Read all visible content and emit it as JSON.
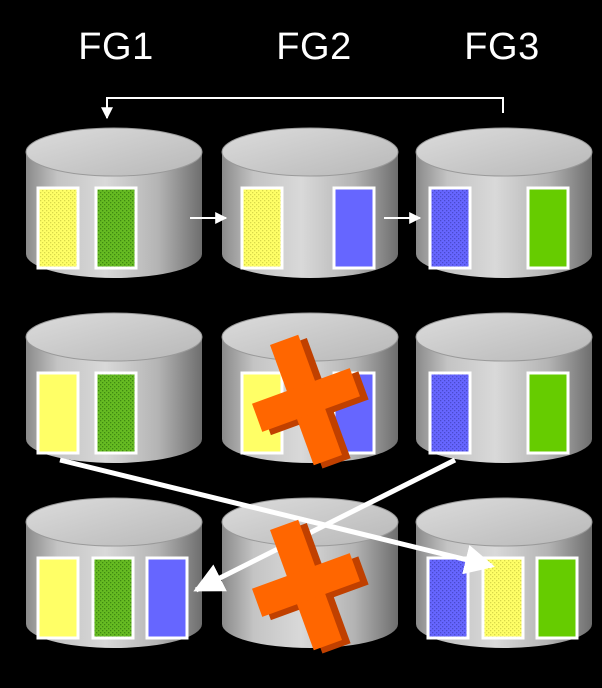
{
  "diagram": {
    "groups": [
      {
        "label": "FG1"
      },
      {
        "label": "FG2"
      },
      {
        "label": "FG3"
      }
    ],
    "colors": {
      "background": "#000000",
      "yellow": "#FFFF66",
      "green": "#66BB22",
      "blue": "#6666FF",
      "solid_green": "#66CC00",
      "cross": "#FF6600",
      "cross_dark": "#C04000"
    },
    "rows": [
      {
        "name": "row-1",
        "disks": [
          {
            "blocks": [
              {
                "color": "yellow",
                "pattern": "dotted"
              },
              {
                "color": "green",
                "pattern": "dotted"
              }
            ]
          },
          {
            "blocks": [
              {
                "color": "yellow",
                "pattern": "dotted"
              },
              {
                "color": "blue",
                "pattern": "solid"
              }
            ]
          },
          {
            "blocks": [
              {
                "color": "blue",
                "pattern": "dotted"
              },
              {
                "color": "solid_green",
                "pattern": "solid"
              }
            ]
          }
        ]
      },
      {
        "name": "row-2",
        "disks": [
          {
            "blocks": [
              {
                "color": "yellow",
                "pattern": "solid"
              },
              {
                "color": "green",
                "pattern": "dotted"
              }
            ]
          },
          {
            "blocks": [
              {
                "color": "yellow",
                "pattern": "solid"
              },
              {
                "color": "blue",
                "pattern": "solid"
              }
            ],
            "failed": true
          },
          {
            "blocks": [
              {
                "color": "blue",
                "pattern": "dotted"
              },
              {
                "color": "solid_green",
                "pattern": "solid"
              }
            ]
          }
        ]
      },
      {
        "name": "row-3",
        "disks": [
          {
            "blocks": [
              {
                "color": "yellow",
                "pattern": "solid"
              },
              {
                "color": "green",
                "pattern": "dotted"
              },
              {
                "color": "blue",
                "pattern": "solid"
              }
            ]
          },
          {
            "blocks": [],
            "failed": true
          },
          {
            "blocks": [
              {
                "color": "blue",
                "pattern": "dotted"
              },
              {
                "color": "yellow",
                "pattern": "dotted"
              },
              {
                "color": "solid_green",
                "pattern": "solid"
              }
            ]
          }
        ]
      }
    ]
  }
}
